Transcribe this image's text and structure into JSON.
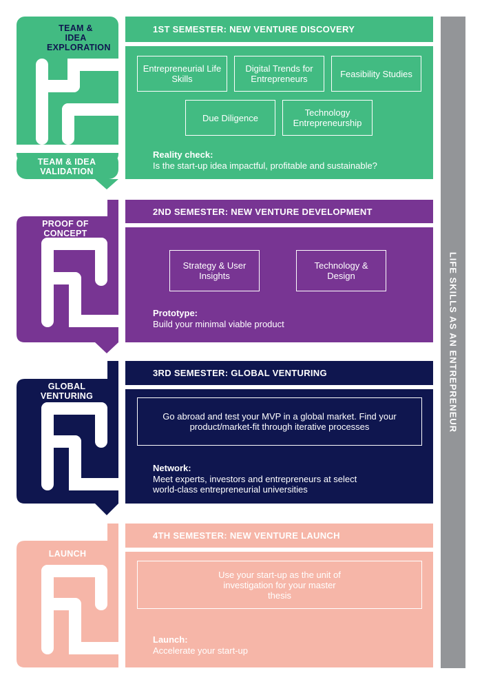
{
  "colors": {
    "green": "#42bb82",
    "purple": "#783593",
    "navy": "#0f164f",
    "pink": "#f6b6a8",
    "gray": "#939598"
  },
  "side_label": "LIFE SKILLS AS AN ENTREPRENEUR",
  "stages": [
    {
      "header": "1ST SEMESTER: NEW VENTURE DISCOVERY",
      "path_labels": [
        "TEAM & IDEA EXPLORATION",
        "TEAM & IDEA VALIDATION"
      ],
      "boxes": [
        "Entrepreneurial Life Skills",
        "Digital Trends for Entrepreneurs",
        "Feasibility Studies",
        "Due Diligence",
        "Technology Entrepreneurship"
      ],
      "note_title": "Reality check:",
      "note_body": "Is the start-up idea impactful, profitable and sustainable?"
    },
    {
      "header": "2ND SEMESTER: NEW VENTURE DEVELOPMENT",
      "path_labels": [
        "PROOF OF CONCEPT"
      ],
      "boxes": [
        "Strategy & User Insights",
        "Technology & Design"
      ],
      "note_title": "Prototype:",
      "note_body": "Build your minimal viable product"
    },
    {
      "header": "3RD SEMESTER: GLOBAL VENTURING",
      "path_labels": [
        "GLOBAL VENTURING"
      ],
      "boxes": [
        "Go abroad and test your MVP in a global market. Find your product/market-fit through iterative processes"
      ],
      "note_title": "Network:",
      "note_body": "Meet experts, investors and entrepreneurs at select world-class entrepreneurial universities"
    },
    {
      "header": "4TH SEMESTER: NEW VENTURE LAUNCH",
      "path_labels": [
        "LAUNCH"
      ],
      "boxes": [
        "Use your start-up as the unit of investigation for your master thesis"
      ],
      "note_title": "Launch:",
      "note_body": "Accelerate your start-up"
    }
  ]
}
